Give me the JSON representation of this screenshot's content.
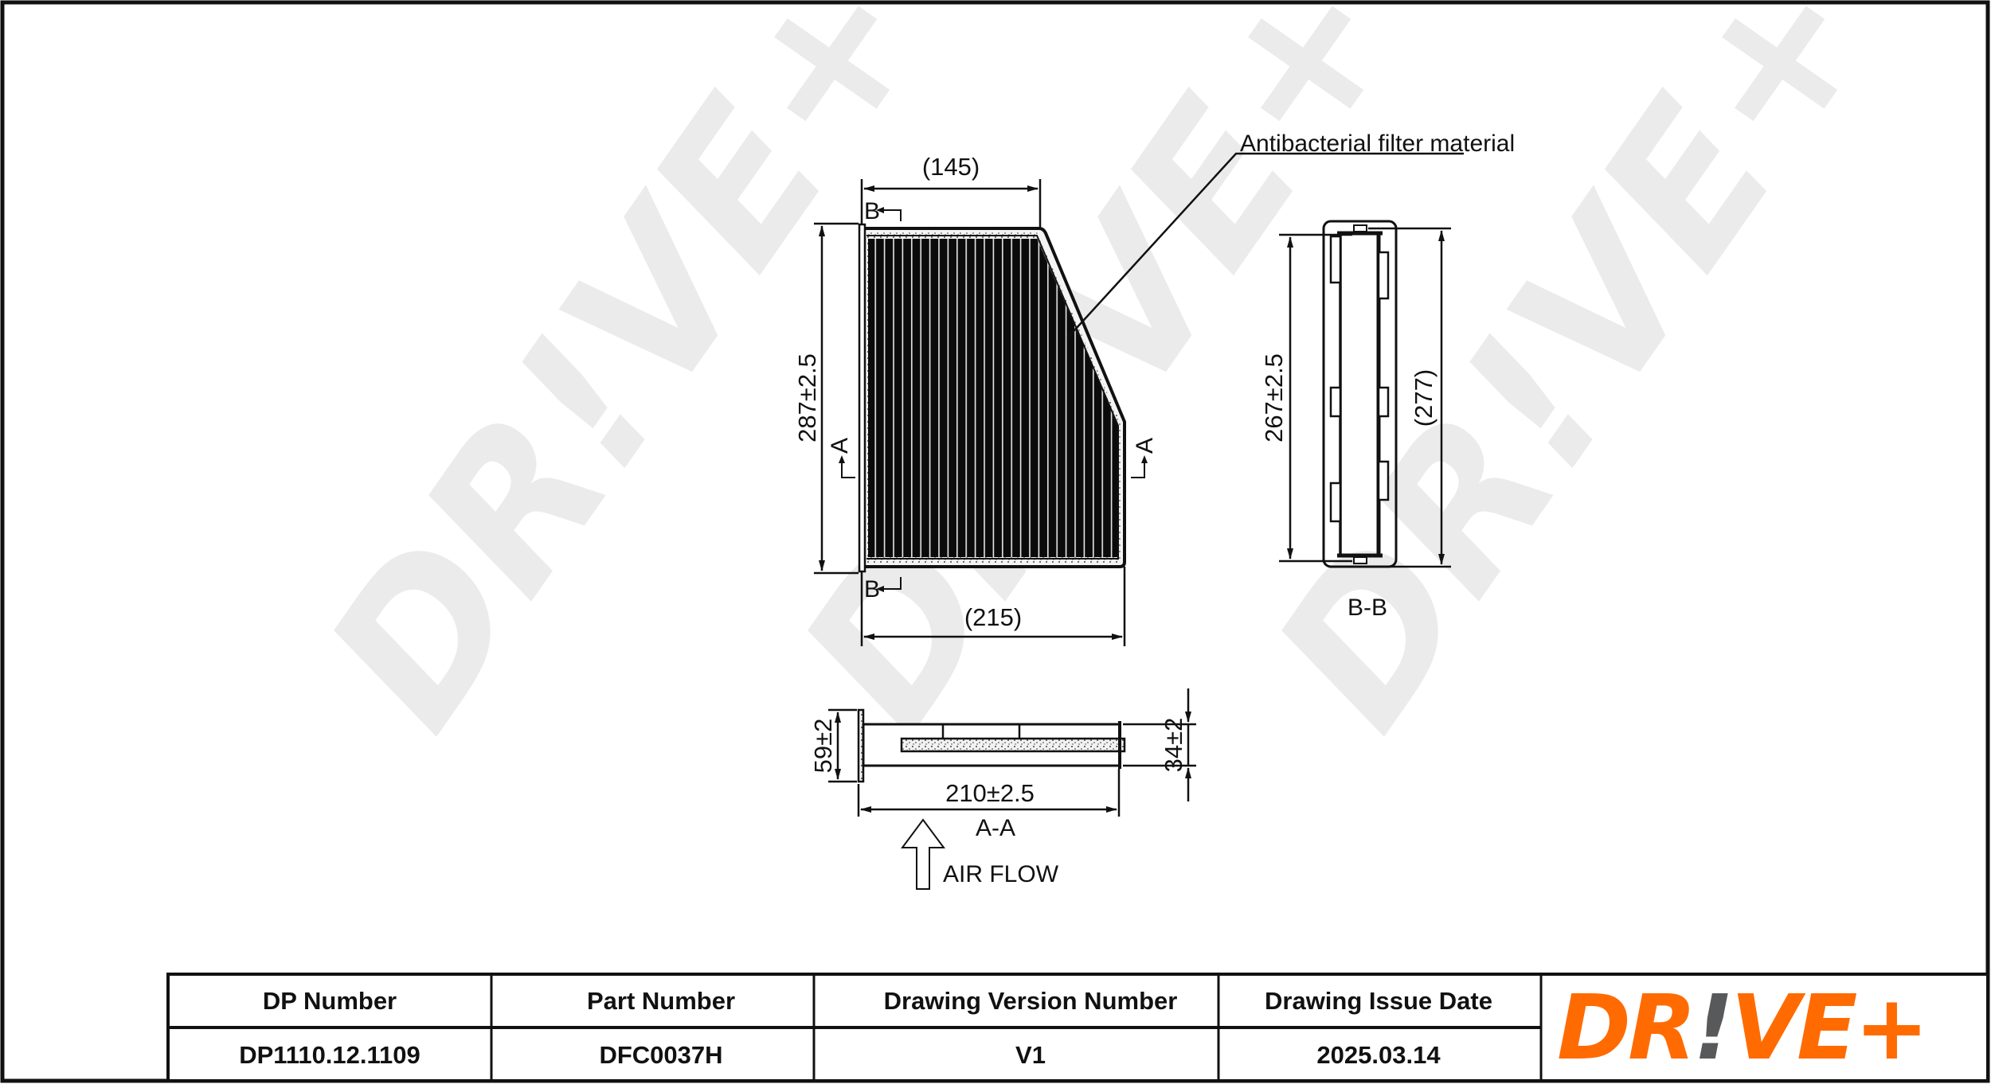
{
  "drawing": {
    "watermark_text": "DR!VE+",
    "main_view": {
      "dim_top_width": "(145)",
      "dim_bottom_width": "(215)",
      "dim_height": "287±2.5",
      "section_marker_b": "B",
      "section_marker_a": "A",
      "callout": "Antibacterial filter material"
    },
    "section_bb": {
      "dim_inner_height": "267±2.5",
      "dim_outer_height": "(277)",
      "label": "B-B"
    },
    "section_aa": {
      "dim_flange_height": "59±2",
      "dim_body_height": "34±2",
      "dim_width": "210±2.5",
      "label": "A-A",
      "airflow_label": "AIR FLOW"
    }
  },
  "title_block": {
    "headers": [
      "DP Number",
      "Part Number",
      "Drawing Version Number",
      "Drawing Issue Date"
    ],
    "values": [
      "DP1110.12.1109",
      "DFC0037H",
      "V1",
      "2025.03.14"
    ],
    "logo": {
      "text_left": "DR",
      "text_bang": "!",
      "text_right": "VE+",
      "color_primary": "#FF6B00",
      "color_accent": "#58595B"
    }
  }
}
